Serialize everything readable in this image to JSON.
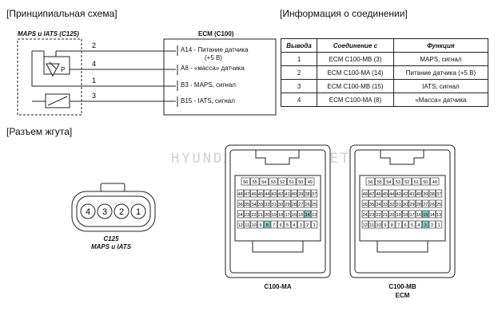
{
  "section_titles": {
    "schematic": "[Принципиальная схема]",
    "connection_info": "[Информация о соединении]",
    "harness_connector": "[Разъем жгута]"
  },
  "schematic": {
    "sensor_label": "MAPS и IATS (C125)",
    "ecm_label": "ECM (C100)",
    "wire_numbers": [
      "2",
      "4",
      "1",
      "3"
    ],
    "sensor_symbol": "P",
    "ecm_pins": [
      {
        "pin": "A14",
        "text": "- Питание датчика",
        "text2": "(+5 В)"
      },
      {
        "pin": "A8",
        "text": "- «масса» датчика",
        "text2": ""
      },
      {
        "pin": "B3",
        "text": "- MAPS, сигнал",
        "text2": ""
      },
      {
        "pin": "B15",
        "text": "- IATS, сигнал",
        "text2": ""
      }
    ]
  },
  "table": {
    "headers": [
      "Вывода",
      "Соединение с",
      "Функция"
    ],
    "rows": [
      [
        "1",
        "ECM C100-MB (3)",
        "MAPS, сигнал"
      ],
      [
        "2",
        "ECM C100-MA (14)",
        "Питание датчика (+5 В)"
      ],
      [
        "3",
        "ECM C100-MB (15)",
        "IATS, сигнал"
      ],
      [
        "4",
        "ECM C100-MA (8)",
        "«Масса» датчика"
      ]
    ]
  },
  "watermark": "HYUNDAI-CRETA.NET",
  "c125": {
    "pins": [
      "4",
      "3",
      "2",
      "1"
    ],
    "label1": "C125",
    "label2": "MAPS и IATS"
  },
  "ecm_connectors": [
    {
      "label1": "C100-MA",
      "label2": "",
      "highlight": [
        "14",
        "8"
      ],
      "rows": [
        [
          "56",
          "55",
          "54",
          "53",
          "52",
          "51",
          "50",
          "49"
        ],
        [
          "48",
          "47",
          "46",
          "45",
          "44",
          "43",
          "42",
          "41",
          "40",
          "39",
          "38",
          "37"
        ],
        [
          "36",
          "35",
          "34",
          "33",
          "32",
          "31",
          "30",
          "29",
          "28",
          "27",
          "26",
          "25"
        ],
        [
          "24",
          "23",
          "22",
          "21",
          "20",
          "19",
          "18",
          "17",
          "16",
          "15",
          "14",
          "13"
        ],
        [
          "12",
          "11",
          "10",
          "9",
          "8",
          "7",
          "6",
          "5",
          "4",
          "3",
          "2",
          "1"
        ]
      ]
    },
    {
      "label1": "C100-MB",
      "label2": "ECM",
      "highlight": [
        "15",
        "3"
      ],
      "rows": [
        [
          "56",
          "55",
          "54",
          "53",
          "52",
          "51",
          "50",
          "49"
        ],
        [
          "48",
          "47",
          "46",
          "45",
          "44",
          "43",
          "42",
          "41",
          "40",
          "39",
          "38",
          "37"
        ],
        [
          "36",
          "35",
          "34",
          "33",
          "32",
          "31",
          "30",
          "29",
          "28",
          "27",
          "26",
          "25"
        ],
        [
          "24",
          "23",
          "22",
          "21",
          "20",
          "19",
          "18",
          "17",
          "16",
          "15",
          "14",
          "13"
        ],
        [
          "12",
          "11",
          "10",
          "9",
          "8",
          "7",
          "6",
          "5",
          "4",
          "3",
          "2",
          "1"
        ]
      ]
    }
  ],
  "colors": {
    "highlight": "#7fd0c8",
    "pin": "#ffffff",
    "line": "#222222"
  }
}
